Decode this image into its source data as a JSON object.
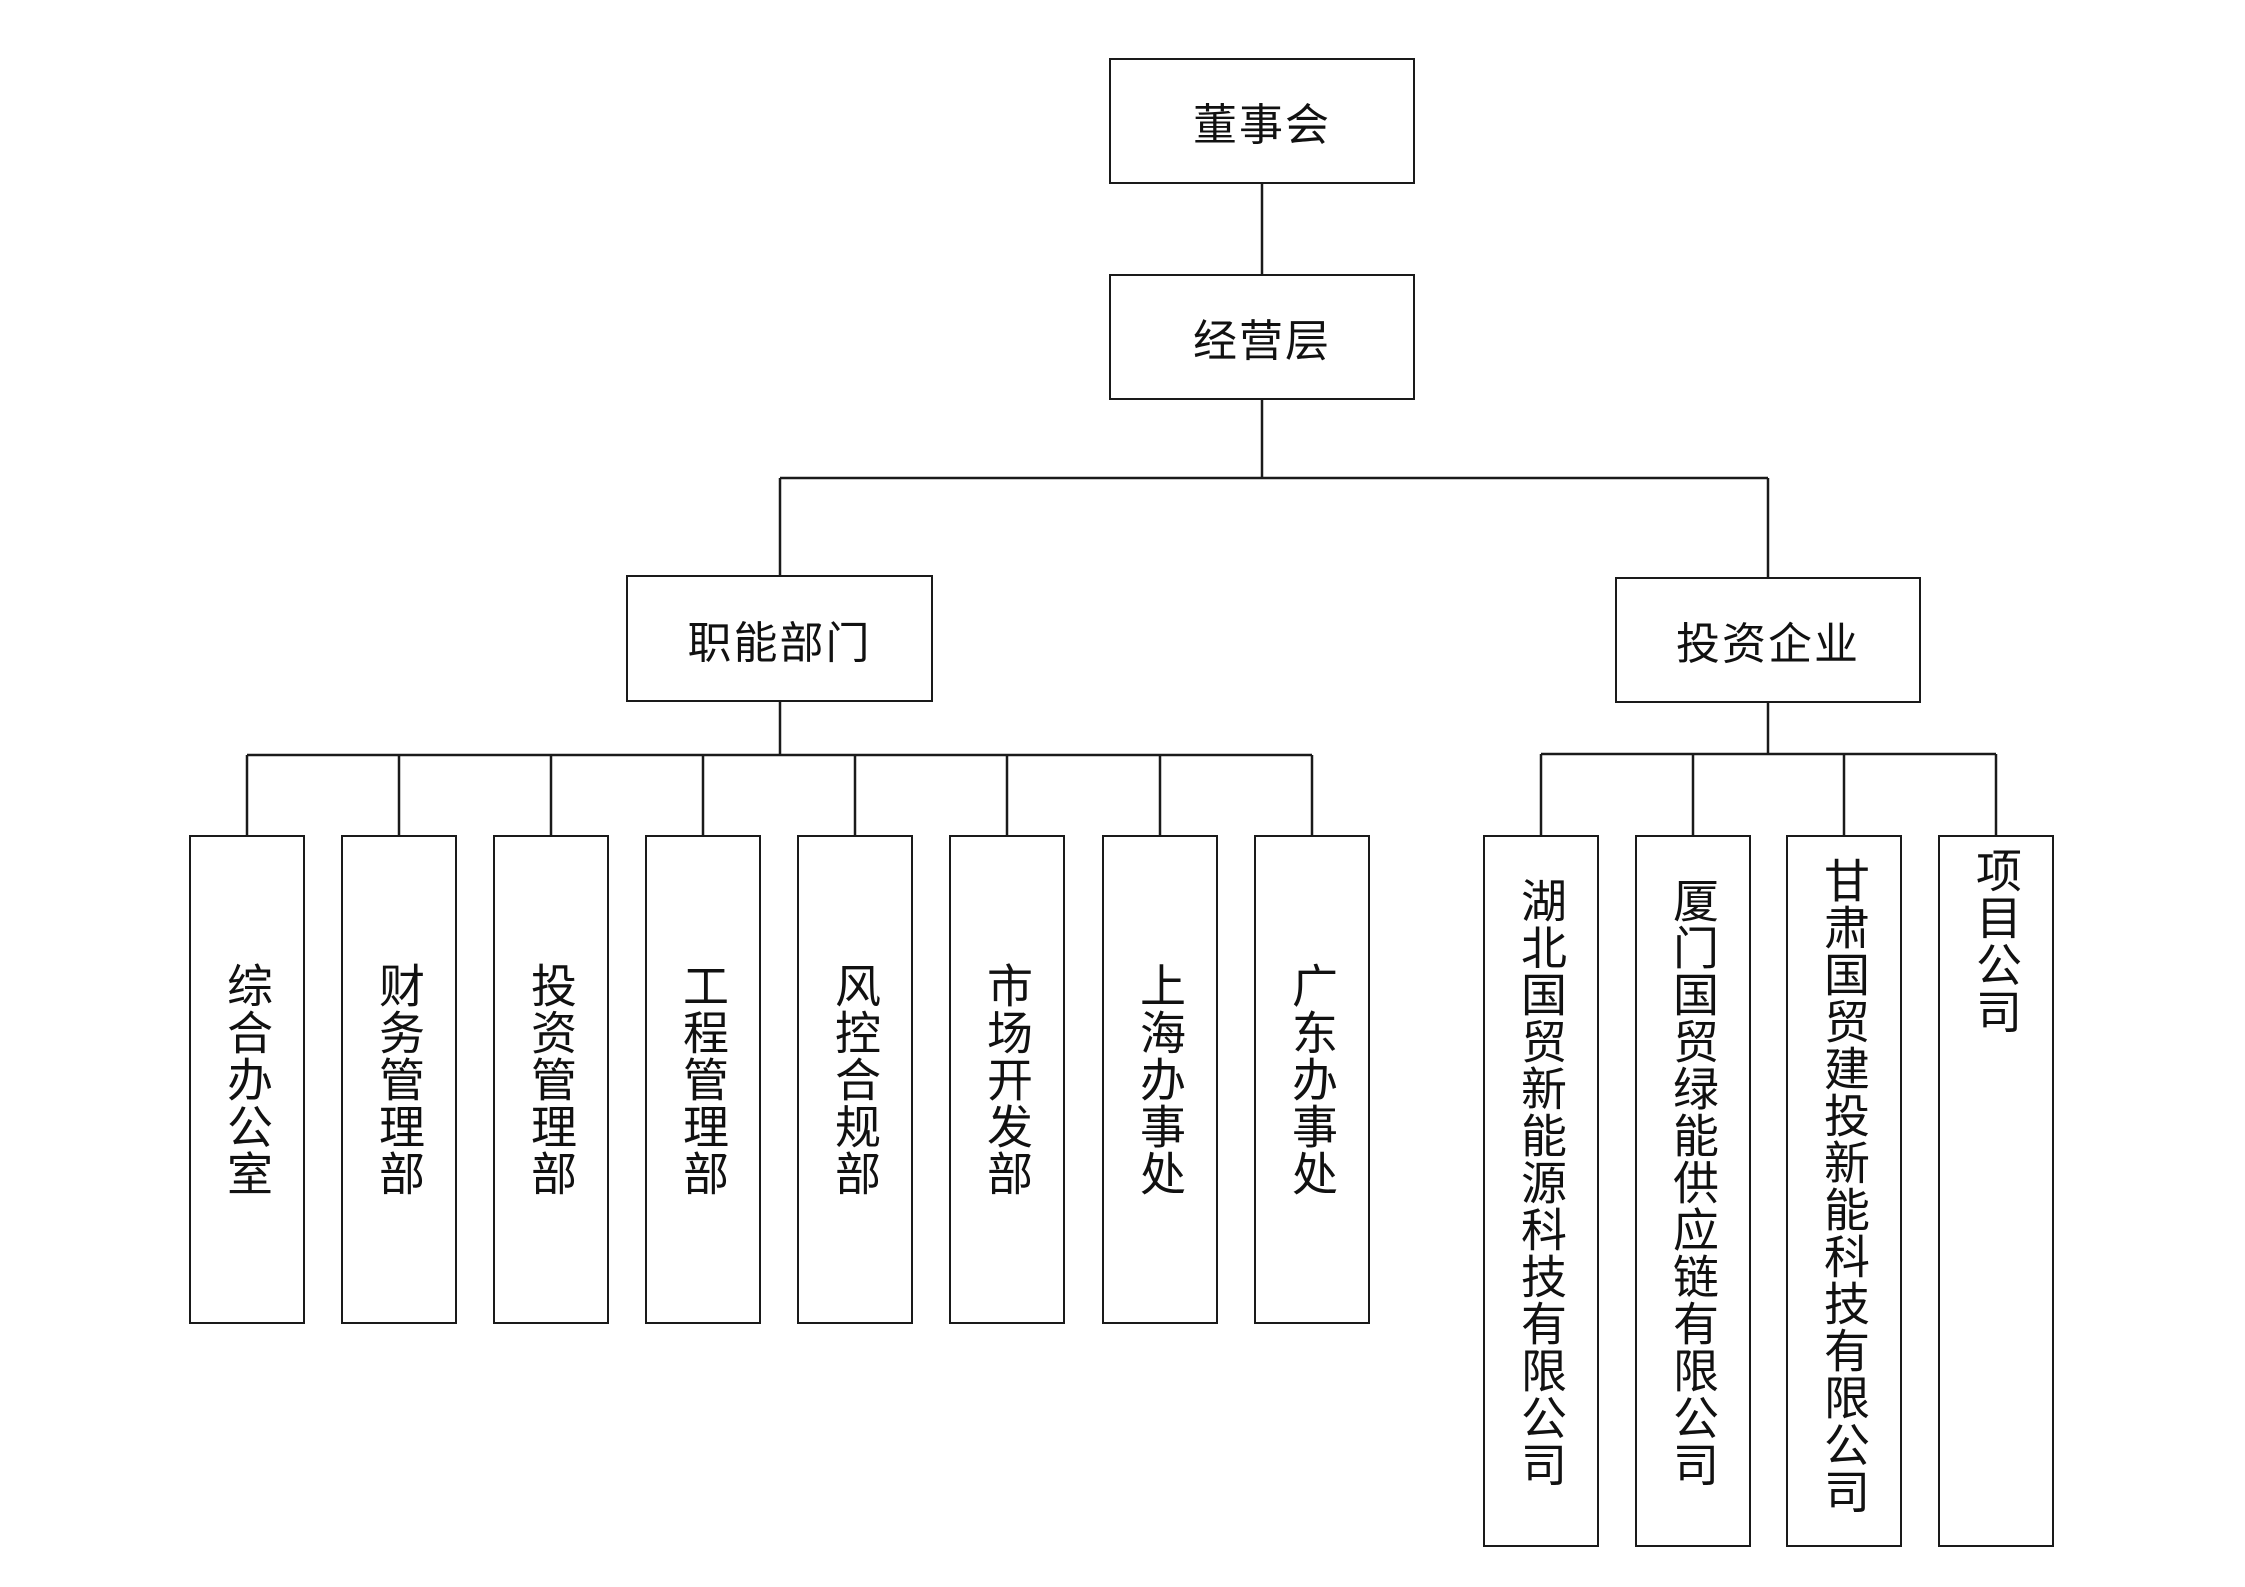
{
  "board": "董事会",
  "management": "经营层",
  "functional": {
    "label": "职能部门",
    "departments": [
      "综合办公室",
      "财务管理部",
      "投资管理部",
      "工程管理部",
      "风控合规部",
      "市场开发部",
      "上海办事处",
      "广东办事处"
    ]
  },
  "investment": {
    "label": "投资企业",
    "enterprises": [
      "湖北国贸新能源科技有限公司",
      "厦门国贸绿能供应链有限公司",
      "甘肃国贸建投新能科技有限公司",
      "项目公司"
    ]
  }
}
